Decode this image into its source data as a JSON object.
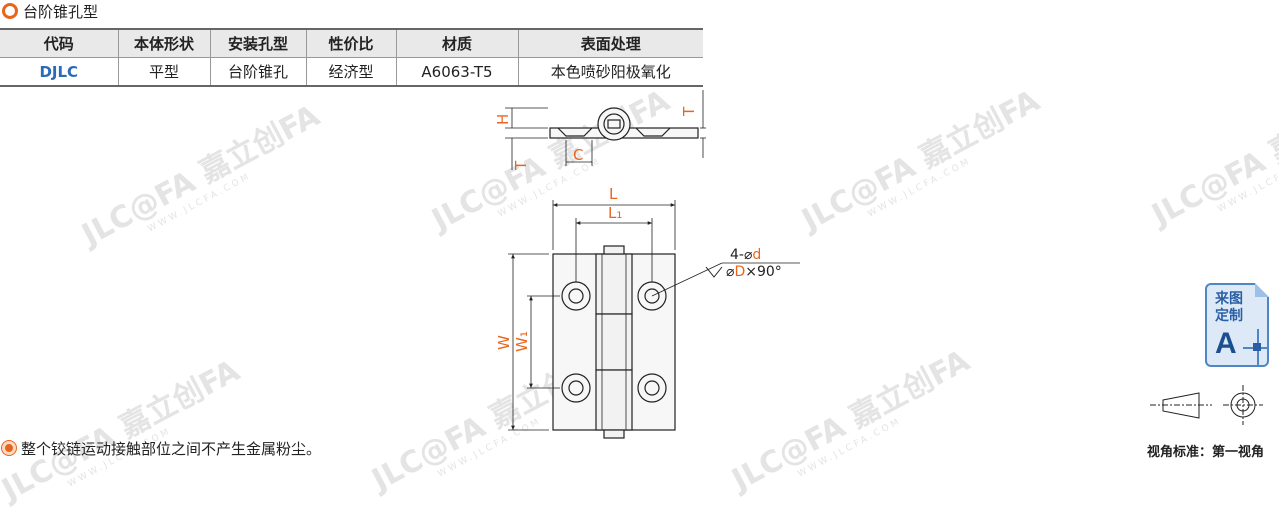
{
  "section": {
    "title": "台阶锥孔型"
  },
  "table": {
    "headers": [
      "代码",
      "本体形状",
      "安装孔型",
      "性价比",
      "材质",
      "表面处理"
    ],
    "row": [
      "DJLC",
      "平型",
      "台阶锥孔",
      "经济型",
      "A6063-T5",
      "本色喷砂阳极氧化"
    ]
  },
  "drawing": {
    "labels": {
      "H": "H",
      "T_top": "T",
      "T_left": "T",
      "C": "C",
      "L": "L",
      "L1": "L₁",
      "W": "W",
      "W1": "W₁",
      "hole_prefix": "4-⌀",
      "hole_d": "d",
      "csk_prefix": "⌀",
      "csk_D": "D",
      "csk_suffix": "×90°"
    },
    "colors": {
      "dim": "#e8661c",
      "line": "#222222",
      "part": "#f7f7f7"
    }
  },
  "note": {
    "text": "整个铰链运动接触部位之间不产生金属粉尘。"
  },
  "badge": {
    "line1": "来图",
    "line2": "定制",
    "letter": "A"
  },
  "view": {
    "label": "视角标准：第一视角"
  },
  "watermarks": [
    "JLC@FA 嘉立创FA",
    "WWW.JLCFA.COM"
  ]
}
